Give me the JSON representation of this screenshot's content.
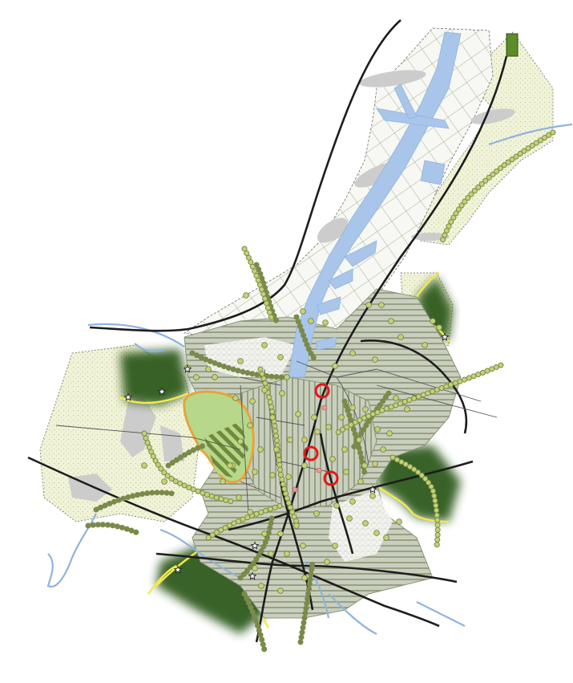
{
  "map": {
    "kind": "urban-planning-master-plan",
    "labels": [],
    "legend": null,
    "colors": {
      "background": "#ffffff",
      "river": "#a9c6ea",
      "river_edge": "#8fb3df",
      "urban_hatch_fill": "#c9cfbf",
      "hatch_line": "#8b9474",
      "periphery_fill": "#f1f3d8",
      "periphery_dots": "#b9bf8a",
      "grid_fill": "#f7f8f3",
      "grid_line": "#a6ad93",
      "forest": "#2f5a1e",
      "forest_edge": "#f3e94a",
      "park": "#b7d88a",
      "park_edge": "#e8a33c",
      "greenway": "#b7c78f",
      "node": "#c3d276",
      "node_edge": "#6d7a3b",
      "highway": "#1d1d1d",
      "gray_patch": "#cccccc",
      "landmark_circle": "#e5161a"
    },
    "icons": [
      "star-icon",
      "landmark-circle-icon",
      "green-square-icon"
    ],
    "landmark_count": 3,
    "star_count": 7
  }
}
